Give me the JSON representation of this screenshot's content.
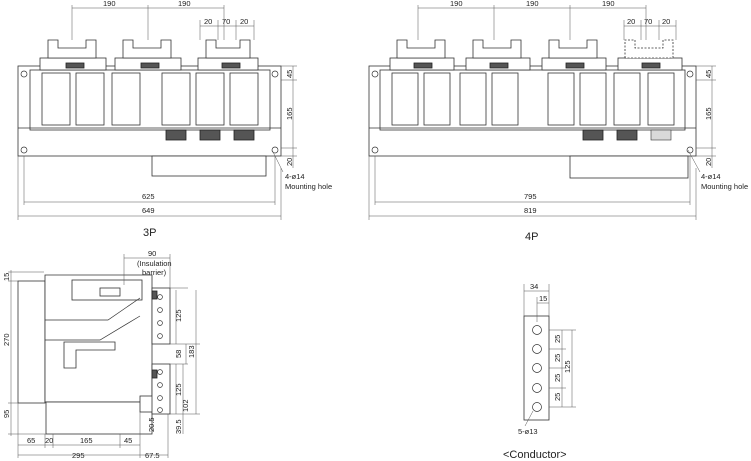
{
  "views": {
    "p3": {
      "caption": "3P",
      "dims": {
        "pitch1": "190",
        "pitch2": "190",
        "w20a": "20",
        "w70": "70",
        "w20b": "20",
        "h45": "45",
        "h165": "165",
        "h20": "20",
        "w625": "625",
        "w649": "649"
      },
      "note1": "4-ø14",
      "note2": "Mounting hole"
    },
    "p4": {
      "caption": "4P",
      "dims": {
        "pitch1": "190",
        "pitch2": "190",
        "pitch3": "190",
        "w20a": "20",
        "w70": "70",
        "w20b": "20",
        "h45": "45",
        "h165": "165",
        "h20": "20",
        "w795": "795",
        "w819": "819"
      },
      "note1": "4-ø14",
      "note2": "Mounting hole"
    },
    "side": {
      "dims": {
        "d15": "15",
        "d270": "270",
        "d95": "95",
        "d90": "90",
        "d125a": "125",
        "d58": "58",
        "d183": "183",
        "d125b": "125",
        "d102": "102",
        "d39_5": "39.5",
        "d20_5": "20.5",
        "d65": "65",
        "d20": "20",
        "d165": "165",
        "d45": "45",
        "d295": "295",
        "d67_5": "67.5"
      },
      "barrier1": "(Insulation",
      "barrier2": "barrier)"
    },
    "conductor": {
      "caption": "<Conductor>",
      "dims": {
        "d34": "34",
        "d15": "15",
        "d25a": "25",
        "d25b": "25",
        "d25c": "25",
        "d25d": "25",
        "d125": "125"
      },
      "note": "5-ø13"
    }
  }
}
